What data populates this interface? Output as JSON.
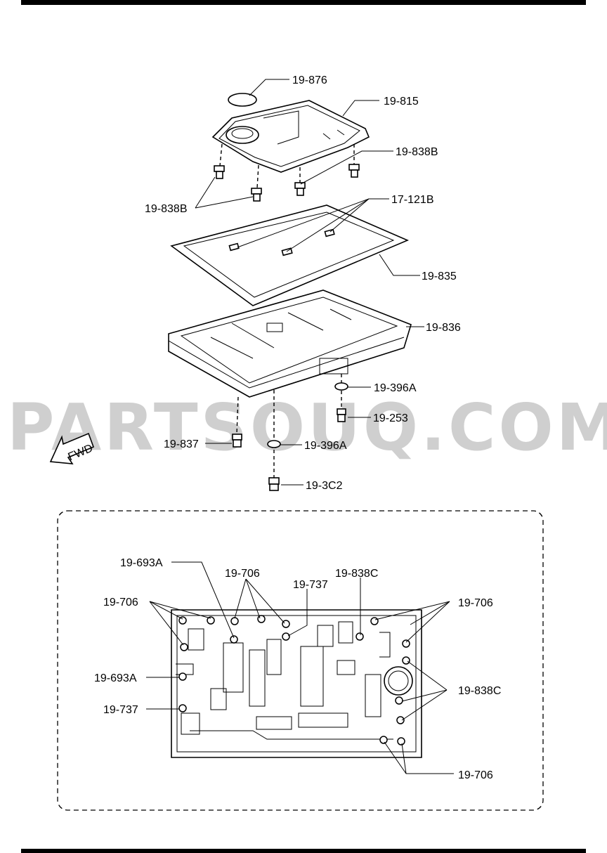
{
  "watermark": "PARTSOUQ.COM",
  "fwd_label": "FWD",
  "upper_callouts": {
    "c_19_876": "19-876",
    "c_19_815": "19-815",
    "c_19_838B_right": "19-838B",
    "c_19_838B_left": "19-838B",
    "c_17_121B": "17-121B",
    "c_19_835": "19-835",
    "c_19_836": "19-836",
    "c_19_396A_top": "19-396A",
    "c_19_253": "19-253",
    "c_19_837": "19-837",
    "c_19_396A_bottom": "19-396A",
    "c_19_3C2": "19-3C2"
  },
  "detail_callouts": {
    "c_19_693A_top": "19-693A",
    "c_19_706_top": "19-706",
    "c_19_737_top": "19-737",
    "c_19_838C_top": "19-838C",
    "c_19_706_left": "19-706",
    "c_19_706_right": "19-706",
    "c_19_693A_left": "19-693A",
    "c_19_838C_right": "19-838C",
    "c_19_737_left": "19-737",
    "c_19_706_bottom": "19-706"
  }
}
